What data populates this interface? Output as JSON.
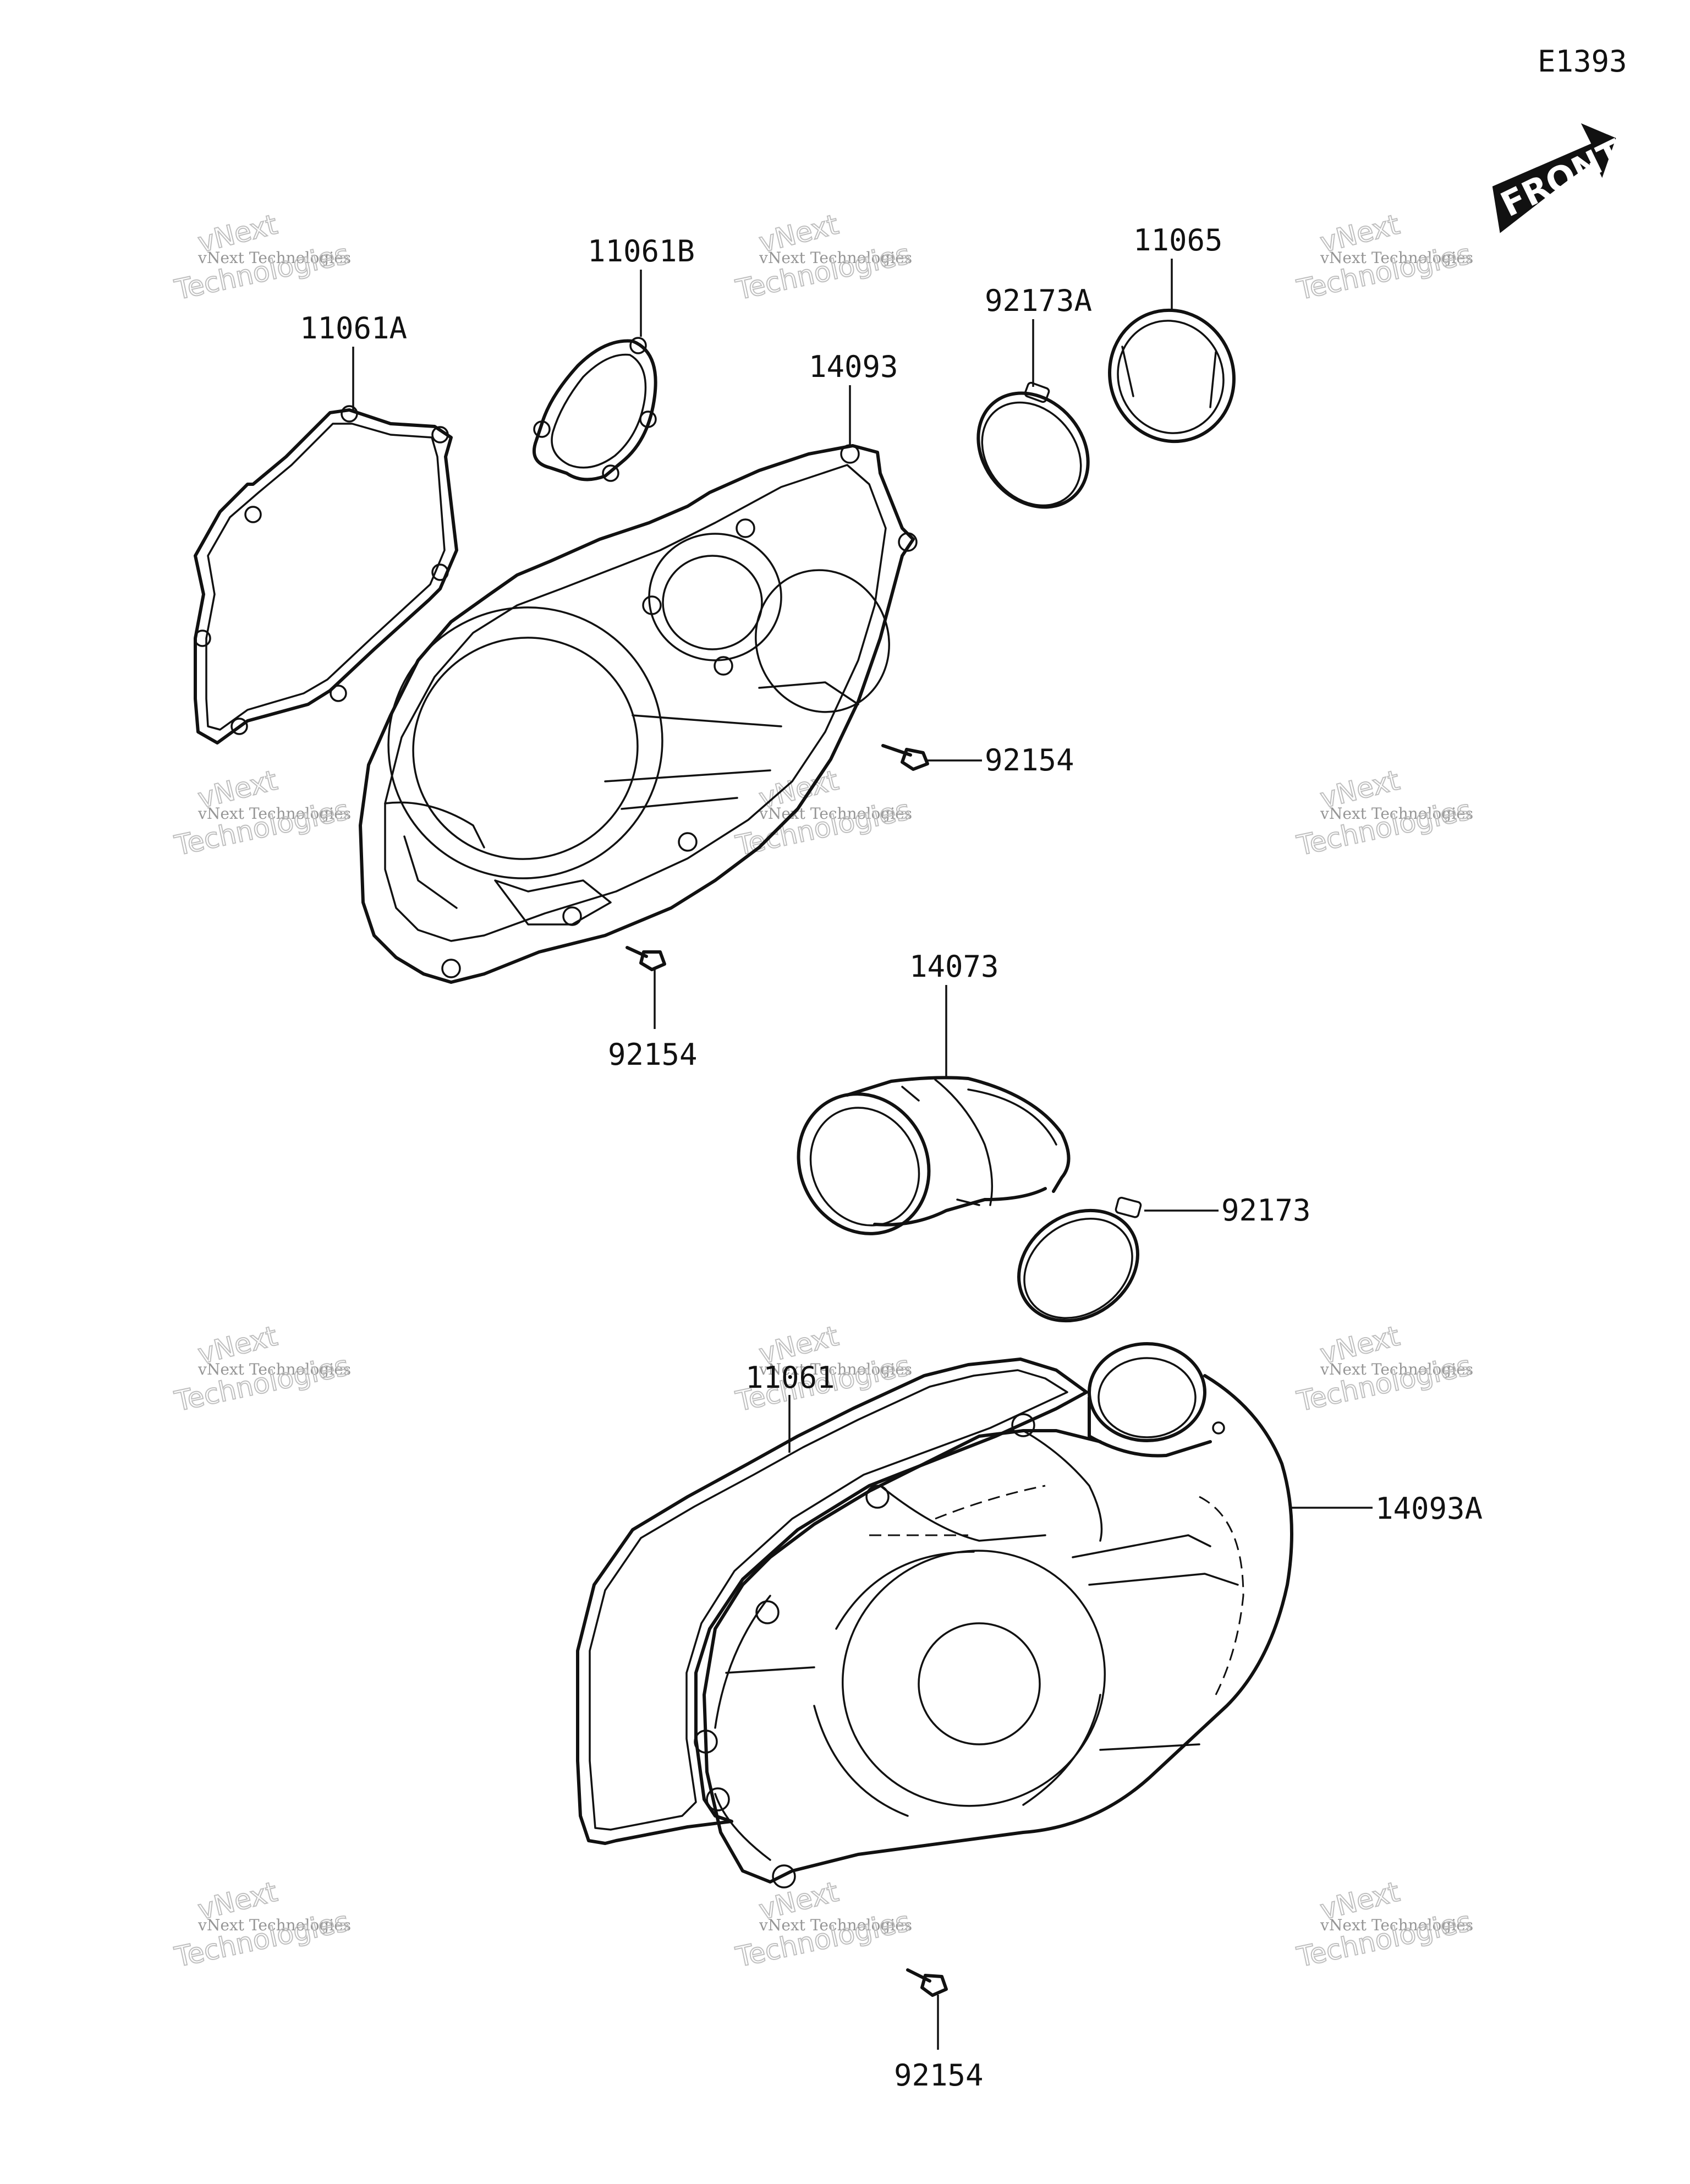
{
  "diagram": {
    "code": "E1393",
    "front_label": "FRONT",
    "callouts": {
      "gasket_a": "11061A",
      "gasket_b": "11061B",
      "cover_inner": "14093",
      "clamp_a": "92173A",
      "ring": "11065",
      "bolt_1": "92154",
      "bolt_2": "92154",
      "duct": "14073",
      "clamp": "92173",
      "gasket_outer": "11061",
      "cover_outer": "14093A",
      "bolt_3": "92154"
    }
  },
  "watermark": {
    "brand": "vNext",
    "line": "vNext Technologies",
    "word": "Technologies"
  }
}
